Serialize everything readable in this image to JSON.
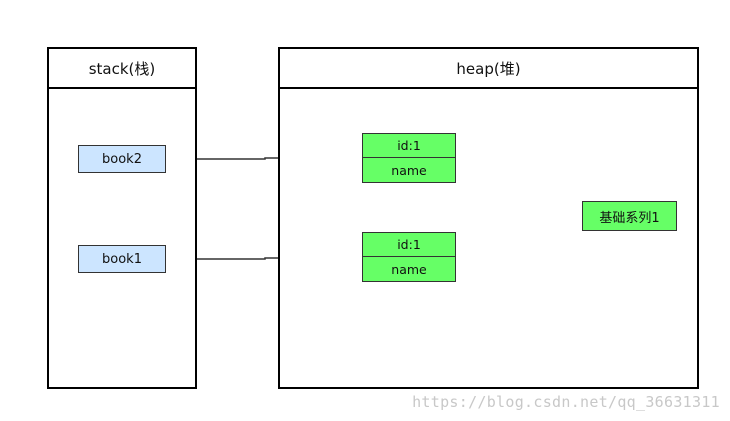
{
  "stack": {
    "title": "stack(栈)",
    "references": [
      {
        "label": "book2"
      },
      {
        "label": "book1"
      }
    ]
  },
  "heap": {
    "title": "heap(堆)",
    "objects": [
      {
        "field1": "id:1",
        "field2": "name"
      },
      {
        "field1": "id:1",
        "field2": "name"
      }
    ],
    "shared_value": "基础系列1"
  },
  "watermark": "https://blog.csdn.net/qq_36631311",
  "colors": {
    "reference_fill": "#cce5ff",
    "object_fill": "#66ff66",
    "border": "#000000",
    "connector": "#333333"
  }
}
